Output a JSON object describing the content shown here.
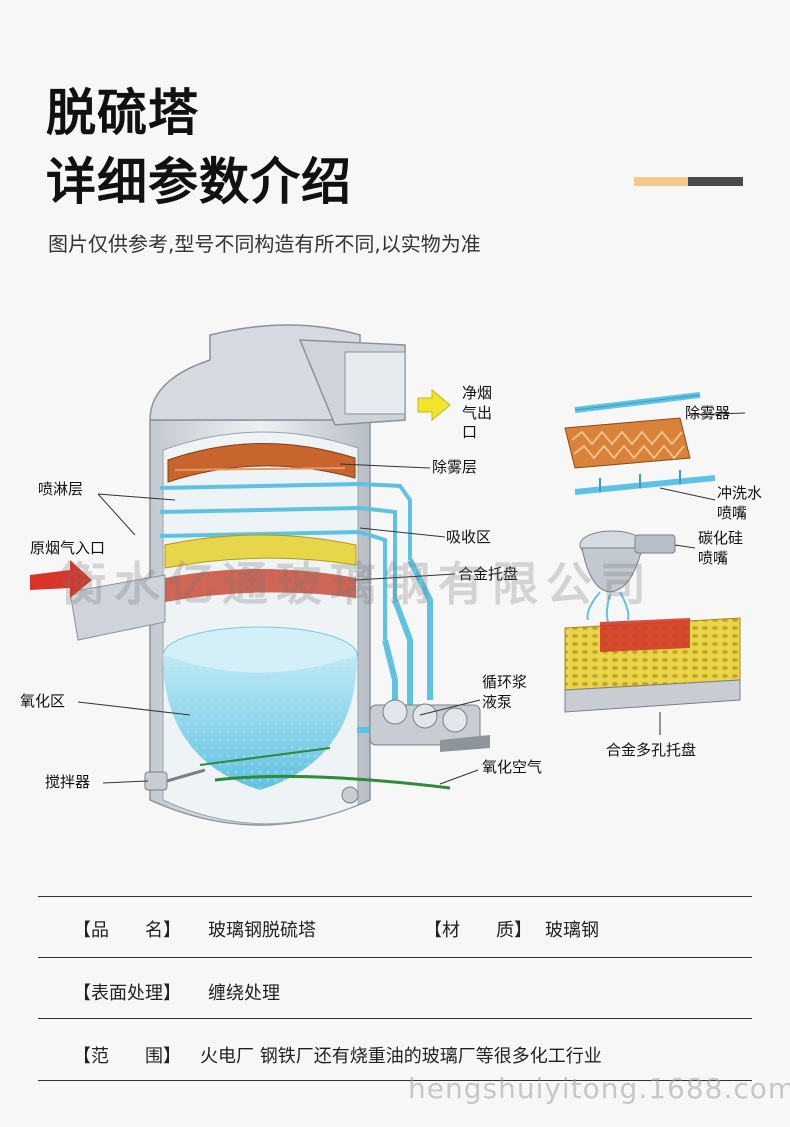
{
  "header": {
    "title_line1": "脱硫塔",
    "title_line2": "详细参数介绍",
    "subtitle": "图片仅供参考,型号不同构造有所不同,以实物为准",
    "accent_colors": [
      "#f5c98c",
      "#4a4a4a"
    ]
  },
  "diagram": {
    "labels": {
      "clean_gas_outlet": "净烟\n气出\n口",
      "demister_layer": "除雾层",
      "spray_layer": "喷淋层",
      "raw_gas_inlet": "原烟气入口",
      "absorption_zone": "吸收区",
      "alloy_tray": "合金托盘",
      "circulation_pump": "循环浆\n液泵",
      "oxidation_zone": "氧化区",
      "oxidation_air": "氧化空气",
      "agitator": "搅拌器",
      "demister": "除雾器",
      "flush_nozzle": "冲洗水\n喷嘴",
      "sic_nozzle": "碳化硅\n喷嘴",
      "perforated_tray": "合金多孔托盘"
    },
    "watermark": "衡水亿通玻璃钢有限公司",
    "colors": {
      "shell": "#d9dde3",
      "pipe": "#5ec3e3",
      "slurry": "#9fdcef",
      "tray_yellow": "#e8d64a",
      "demister_orange": "#c8652e",
      "arrow_yellow": "#f1e42a",
      "arrow_red": "#d9342a",
      "air_green": "#2f8a3a"
    }
  },
  "specs": {
    "rows": [
      {
        "label1": "【品　　名】",
        "value1": "玻璃钢脱硫塔",
        "label2": "【材　　质】",
        "value2": "玻璃钢"
      },
      {
        "label1": "【表面处理】",
        "value1": "缠绕处理"
      },
      {
        "label1": "【范　　围】",
        "value1": "火电厂 钢铁厂还有烧重油的玻璃厂等很多化工行业"
      }
    ]
  },
  "footer_watermark": "hengshuiyitong.1688.com"
}
